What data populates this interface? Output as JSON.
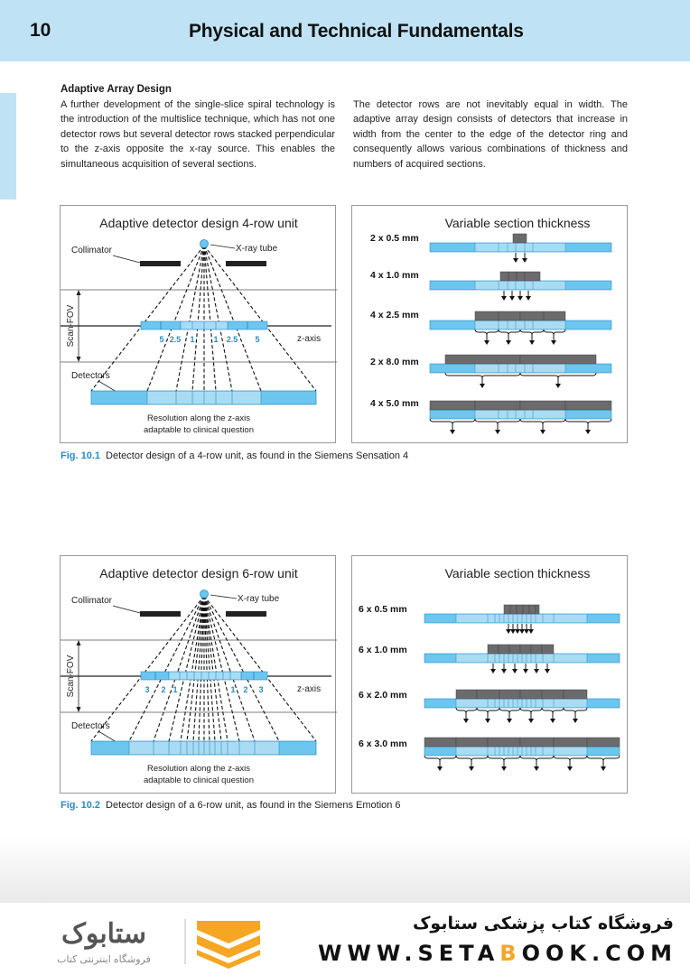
{
  "header": {
    "page_number": "10",
    "chapter_title": "Physical and Technical Fundamentals"
  },
  "section": {
    "heading": "Adaptive Array Design",
    "para_left": "A further development of the single-slice spiral technology is the introduction of the multislice technique, which has not one detector rows but several detector rows stacked perpendicular to the z-axis opposite the x-ray source. This enables the simultaneous acquisition of several sections.",
    "para_right": "The detector rows are not inevitably equal in width. The adaptive array design consists of detectors that increase in width from the center to the edge of the detector ring and consequently allows various combinations of thickness and numbers of acquired sections."
  },
  "fig1": {
    "left_title": "Adaptive detector design 4-row unit",
    "collimator": "Collimator",
    "xray_tube": "X-ray tube",
    "scan_fov": "Scan-FOV",
    "z_axis": "z-axis",
    "detectors": "Detectors",
    "row_labels": [
      "5",
      "2.5",
      "1",
      "1",
      "2.5",
      "5"
    ],
    "resolution_1": "Resolution along the z-axis",
    "resolution_2": "adaptable to clinical question",
    "right_title": "Variable section thickness",
    "rows": [
      "2 x 0.5 mm",
      "4 x 1.0 mm",
      "4 x 2.5 mm",
      "2 x 8.0 mm",
      "4 x 5.0 mm"
    ],
    "caption_num": "Fig. 10.1",
    "caption_text": "Detector design of a 4-row unit, as found in the Siemens Sensation 4"
  },
  "fig2": {
    "left_title": "Adaptive detector design 6-row unit",
    "collimator": "Collimator",
    "xray_tube": "X-ray tube",
    "scan_fov": "Scan-FOV",
    "z_axis": "z-axis",
    "detectors": "Detectors",
    "row_labels": [
      "3",
      "2",
      "1",
      "1",
      "2",
      "3"
    ],
    "resolution_1": "Resolution along the z-axis",
    "resolution_2": "adaptable to clinical question",
    "right_title": "Variable section thickness",
    "rows": [
      "6 x 0.5 mm",
      "6 x 1.0 mm",
      "6 x 2.0 mm",
      "6 x 3.0 mm"
    ],
    "caption_num": "Fig. 10.2",
    "caption_text": "Detector design of a 6-row unit, as found in the Siemens Emotion 6"
  },
  "footer": {
    "store_name_fa": "فروشگاه کتاب پزشکی ستابوک",
    "url_prefix": "WWW.SETA",
    "url_accent": "B",
    "url_suffix": "OOK.COM",
    "logo_fa": "ستابوک",
    "logo_sub_fa": "فروشگاه اینترنتی کتاب"
  },
  "colors": {
    "header_bg": "#bfe3f5",
    "detector_fill": "#6cc6ee",
    "detector_light": "#a9dcf3",
    "active_block": "#6b6b6e",
    "accent": "#2a8ac7",
    "logo_orange": "#f5a623"
  }
}
